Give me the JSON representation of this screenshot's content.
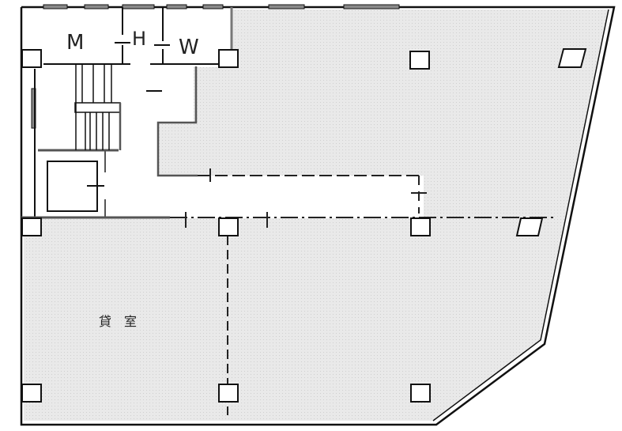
{
  "rooms": {
    "men_wc": "M",
    "hall": "H",
    "women_wc": "W",
    "rental_room": "貸　室"
  },
  "colors": {
    "wall": "#111111",
    "fill": "#e6e6e6",
    "window": "#8a8a8a"
  }
}
